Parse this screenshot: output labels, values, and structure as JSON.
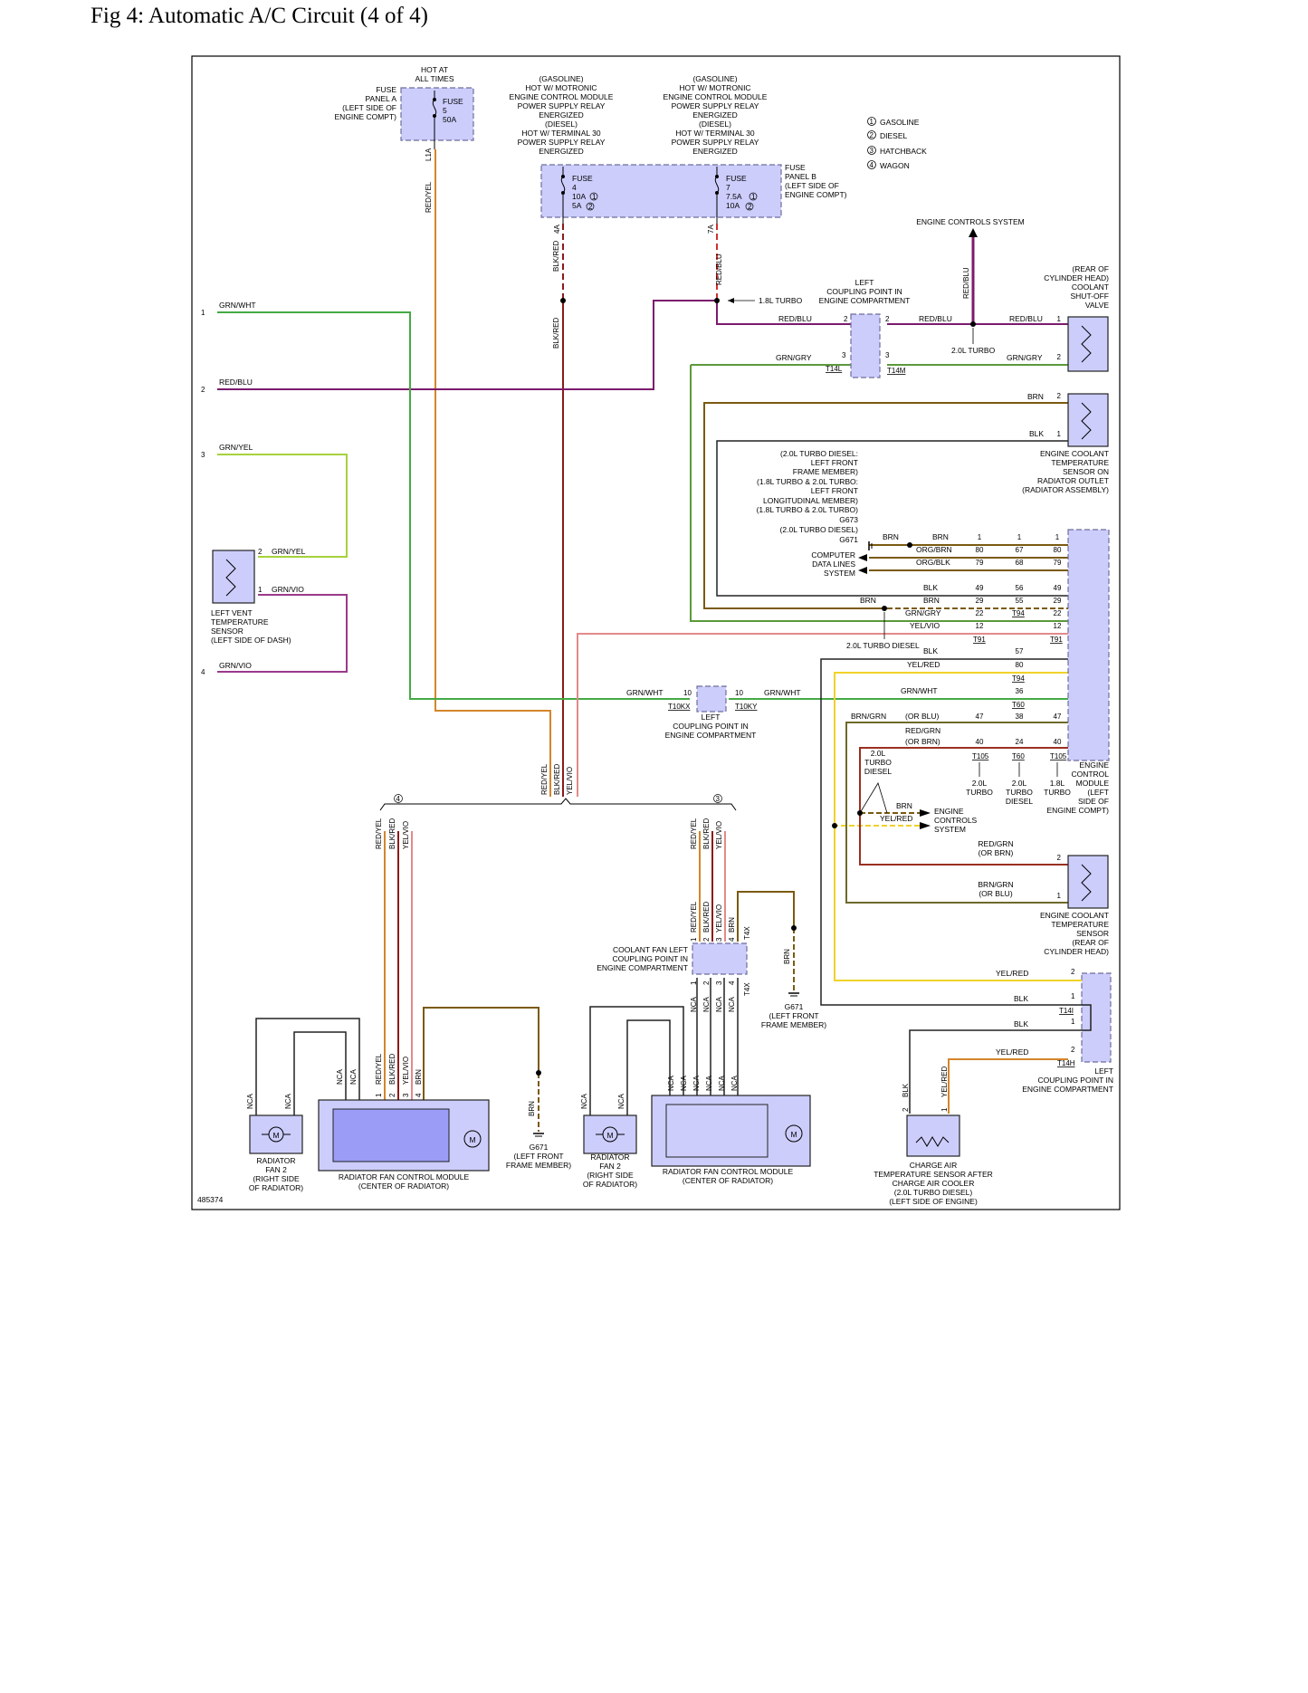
{
  "page": {
    "title": "Fig 4: Automatic A/C Circuit (4 of 4)",
    "figure_id": "485374"
  },
  "colors": {
    "redyel": "#d4862a",
    "blkred": "#8b1a1a",
    "yelvio": "#e38a8a",
    "redblu": "#7b1a6e",
    "grnwht": "#44aa44",
    "grnyel": "#a6d23c",
    "grnvio": "#9a3a8a",
    "grngry": "#5a9a3a",
    "brn": "#7a5a10",
    "blk": "#222222",
    "yelred": "#f0d22a",
    "redgrn": "#9a3020",
    "brngrn": "#6e6a2a",
    "orgbrn": "#d07040",
    "box_fill": "#cccdfb"
  },
  "legend": {
    "items": [
      {
        "num": "1",
        "text": "GASOLINE"
      },
      {
        "num": "2",
        "text": "DIESEL"
      },
      {
        "num": "3",
        "text": "HATCHBACK"
      },
      {
        "num": "4",
        "text": "WAGON"
      }
    ]
  },
  "fuse_a": {
    "hot_lines": [
      "HOT AT",
      "ALL TIMES"
    ],
    "panel_lines": [
      "FUSE",
      "PANEL A",
      "(LEFT SIDE OF",
      "ENGINE COMPT)"
    ],
    "fuse_lines": [
      "FUSE",
      "5",
      "50A"
    ],
    "terminal": "L1A"
  },
  "fuse_b": {
    "note_left": [
      "(GASOLINE)",
      "HOT W/ MOTRONIC",
      "ENGINE CONTROL MODULE",
      "POWER SUPPLY RELAY",
      "ENERGIZED",
      "(DIESEL)",
      "HOT W/ TERMINAL 30",
      "POWER SUPPLY RELAY",
      "ENERGIZED"
    ],
    "note_right": [
      "(GASOLINE)",
      "HOT W/ MOTRONIC",
      "ENGINE CONTROL MODULE",
      "POWER SUPPLY RELAY",
      "ENERGIZED",
      "(DIESEL)",
      "HOT W/ TERMINAL 30",
      "POWER SUPPLY RELAY",
      "ENERGIZED"
    ],
    "fuse4_lines": [
      "FUSE",
      "4",
      "10A",
      "5A"
    ],
    "fuse7_lines": [
      "FUSE",
      "7",
      "7.5A",
      "10A"
    ],
    "panel_lines": [
      "FUSE",
      "PANEL B",
      "(LEFT SIDE OF",
      "ENGINE COMPT)"
    ],
    "terminal4": "4A",
    "terminal7": "7A"
  },
  "wires": {
    "red_yel": "RED/YEL",
    "blk_red": "BLK/RED",
    "yel_vio": "YEL/VIO",
    "red_blu": "RED/BLU",
    "grn_wht": "GRN/WHT",
    "grn_yel": "GRN/YEL",
    "grn_vio": "GRN/VIO",
    "grn_gry": "GRN/GRY",
    "brn": "BRN",
    "blk": "BLK",
    "org_brn": "ORG/BRN",
    "org_blk": "ORG/BLK",
    "yel_red": "YEL/RED",
    "red_grn": "RED/GRN",
    "brn_grn": "BRN/GRN",
    "nca": "NCA",
    "or_blu": "(OR BLU)",
    "or_brn": "(OR BRN)"
  },
  "left_pins": [
    "1",
    "2",
    "3",
    "4"
  ],
  "labels": {
    "turbo18": "1.8L TURBO",
    "turbo20": "2.0L TURBO",
    "turbo20d": "2.0L TURBO DIESEL",
    "engine_controls_system": "ENGINE CONTROLS SYSTEM",
    "left_coupling": [
      "LEFT",
      "COUPLING POINT IN",
      "ENGINE COMPARTMENT"
    ],
    "coupling_t14": [
      "T14L",
      "T14M"
    ],
    "shutoff_valve": [
      "(REAR OF",
      "CYLINDER HEAD)",
      "COOLANT",
      "SHUT-OFF",
      "VALVE"
    ],
    "ect_outlet": [
      "ENGINE COOLANT",
      "TEMPERATURE",
      "SENSOR ON",
      "RADIATOR OUTLET",
      "(RADIATOR ASSEMBLY)"
    ],
    "g673_note": [
      "(2.0L TURBO DIESEL:",
      "LEFT FRONT",
      "FRAME MEMBER)",
      "(1.8L TURBO & 2.0L TURBO:",
      "LEFT FRONT",
      "LONGITUDINAL MEMBER)",
      "(1.8L TURBO & 2.0L TURBO)",
      "G673",
      "(2.0L TURBO DIESEL)",
      "G671"
    ],
    "computer_data": [
      "COMPUTER",
      "DATA LINES",
      "SYSTEM"
    ],
    "left_vent_sensor": [
      "LEFT VENT",
      "TEMPERATURE",
      "SENSOR",
      "(LEFT SIDE OF DASH)"
    ],
    "t10_coupling": [
      "LEFT",
      "COUPLING POINT IN",
      "ENGINE COMPARTMENT"
    ],
    "t10_connectors": [
      "T10KX",
      "T10KY"
    ],
    "ecm": [
      "ENGINE",
      "CONTROL",
      "MODULE",
      "(LEFT",
      "SIDE OF",
      "ENGINE COMPT)"
    ],
    "connectors": [
      "T105",
      "T60",
      "T105",
      "T94",
      "T91",
      "T91",
      "T94",
      "T60"
    ],
    "ecs_small": [
      "ENGINE",
      "CONTROLS",
      "SYSTEM"
    ],
    "ect_head": [
      "ENGINE COOLANT",
      "TEMPERATURE",
      "SENSOR",
      "(REAR OF",
      "CYLINDER HEAD)"
    ],
    "coolant_fan_coupling": [
      "COOLANT FAN LEFT",
      "COUPLING POINT IN",
      "ENGINE COMPARTMENT"
    ],
    "t4x": "T4X",
    "g671_mid": [
      "G671",
      "(LEFT FRONT",
      "FRAME MEMBER)"
    ],
    "g671_left": [
      "G671",
      "(LEFT FRONT",
      "FRAME MEMBER)"
    ],
    "fan2_left": [
      "RADIATOR",
      "FAN 2",
      "(RIGHT SIDE",
      "OF RADIATOR)"
    ],
    "fan2_right": [
      "RADIATOR",
      "FAN 2",
      "(RIGHT SIDE",
      "OF RADIATOR)"
    ],
    "fan_module": [
      "RADIATOR FAN CONTROL MODULE",
      "(CENTER OF RADIATOR)"
    ],
    "charge_air": [
      "CHARGE AIR",
      "TEMPERATURE SENSOR AFTER",
      "CHARGE AIR COOLER",
      "(2.0L TURBO DIESEL)",
      "(LEFT SIDE OF ENGINE)"
    ],
    "t14_bottom": [
      "T14I",
      "T14H"
    ],
    "left_coupling_bottom": [
      "LEFT",
      "COUPLING POINT IN",
      "ENGINE COMPARTMENT"
    ],
    "motor": "M",
    "turbo20d_split": [
      "2.0L",
      "TURBO",
      "DIESEL"
    ],
    "turbo18_split": [
      "1.8L",
      "TURBO"
    ],
    "turbo20_split": [
      "2.0L",
      "TURBO"
    ]
  },
  "ecm_pins": {
    "col_a": [
      "1",
      "80",
      "79",
      "49",
      "29",
      "22",
      "12",
      "57",
      "80",
      "36",
      "47",
      "40"
    ],
    "col_b": [
      "1",
      "67",
      "68",
      "56",
      "55",
      "",
      "",
      "",
      "",
      "",
      "38",
      "24"
    ],
    "col_c": [
      "1",
      "80",
      "79",
      "49",
      "29",
      "22",
      "12",
      "",
      "",
      "",
      "47",
      "40"
    ]
  },
  "misc_pins": [
    "1",
    "2",
    "3",
    "4",
    "10"
  ]
}
